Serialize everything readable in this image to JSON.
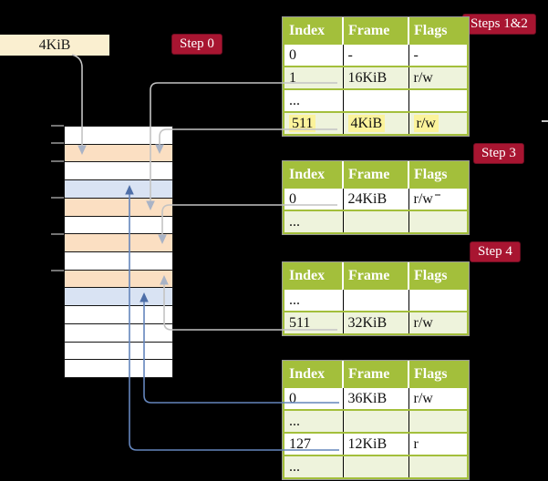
{
  "root_pointer_box": {
    "label": "4KiB"
  },
  "badges": [
    {
      "id": "step0",
      "label": "Step 0"
    },
    {
      "id": "steps12",
      "label": "Steps 1&2"
    },
    {
      "id": "step3",
      "label": "Step 3"
    },
    {
      "id": "step4",
      "label": "Step 4"
    }
  ],
  "memory": {
    "rows": [
      {
        "color": "white"
      },
      {
        "color": "peach"
      },
      {
        "color": "white"
      },
      {
        "color": "blue"
      },
      {
        "color": "peach"
      },
      {
        "color": "white"
      },
      {
        "color": "peach"
      },
      {
        "color": "white"
      },
      {
        "color": "peach"
      },
      {
        "color": "blue"
      },
      {
        "color": "white"
      },
      {
        "color": "white"
      },
      {
        "color": "white"
      },
      {
        "color": "white"
      }
    ]
  },
  "tables": [
    {
      "id": "page-table-level-1",
      "columns": [
        "Index",
        "Frame",
        "Flags"
      ],
      "rows": [
        {
          "cells": [
            "0",
            "-",
            "-"
          ],
          "highlight": false
        },
        {
          "cells": [
            "1",
            "16KiB",
            "r/w"
          ],
          "highlight": false
        },
        {
          "cells": [
            "...",
            "",
            ""
          ],
          "highlight": false
        },
        {
          "cells": [
            "511",
            "4KiB",
            "r/w"
          ],
          "highlight": true
        }
      ]
    },
    {
      "id": "page-table-level-2",
      "columns": [
        "Index",
        "Frame",
        "Flags"
      ],
      "rows": [
        {
          "cells": [
            "0",
            "24KiB",
            "r/w"
          ],
          "highlight": false
        },
        {
          "cells": [
            "...",
            "",
            ""
          ],
          "highlight": false
        }
      ]
    },
    {
      "id": "page-table-level-3",
      "columns": [
        "Index",
        "Frame",
        "Flags"
      ],
      "rows": [
        {
          "cells": [
            "...",
            "",
            ""
          ],
          "highlight": false
        },
        {
          "cells": [
            "511",
            "32KiB",
            "r/w"
          ],
          "highlight": false
        }
      ]
    },
    {
      "id": "page-table-level-4",
      "columns": [
        "Index",
        "Frame",
        "Flags"
      ],
      "rows": [
        {
          "cells": [
            "0",
            "36KiB",
            "r/w"
          ],
          "highlight": false
        },
        {
          "cells": [
            "...",
            "",
            ""
          ],
          "highlight": false
        },
        {
          "cells": [
            "127",
            "12KiB",
            "r"
          ],
          "highlight": false
        },
        {
          "cells": [
            "...",
            "",
            ""
          ],
          "highlight": false
        }
      ]
    }
  ],
  "palette": {
    "badge_red": "#A81531",
    "table_header_green": "#A3BF3B",
    "row_green": "#EEF3DC",
    "frame_peach": "#FBDFC2",
    "frame_blue": "#D9E3F3",
    "highlight_yellow": "#FBF39B",
    "cream": "#FAEFD0",
    "gray_line": "#C3C3C3",
    "blue_line": "#6485BC"
  }
}
